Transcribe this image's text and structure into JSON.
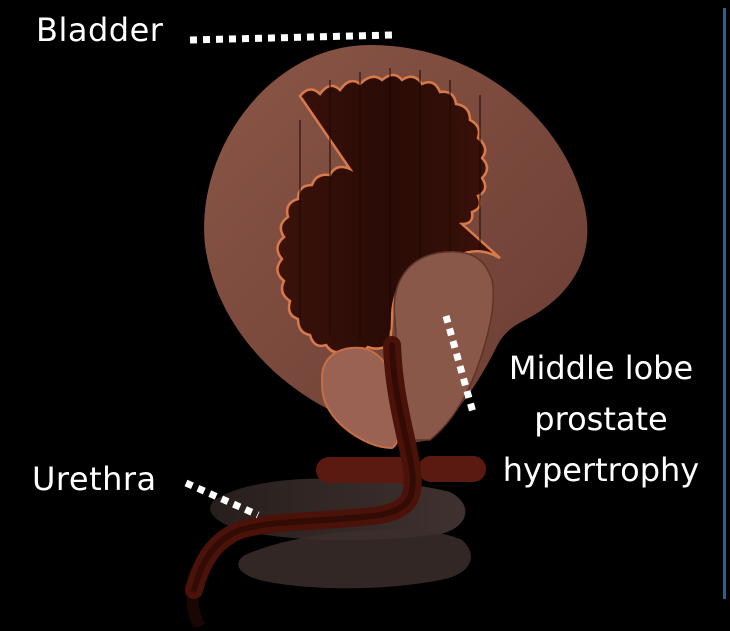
{
  "labels": {
    "bladder": "Bladder",
    "urethra": "Urethra",
    "middle_lobe": [
      "Middle lobe",
      "prostate",
      "hypertrophy"
    ]
  },
  "colors": {
    "background": "#000000",
    "bladder_wall": "#7a4a3f",
    "bladder_cavity": "#2b0d06",
    "cavity_outline": "#d97a4a",
    "prostate_lobe": "#8d5a4b",
    "urethra": "#3a0f08",
    "dotted_leader": "#ffffff",
    "frame_line": "#2a5f8f"
  }
}
